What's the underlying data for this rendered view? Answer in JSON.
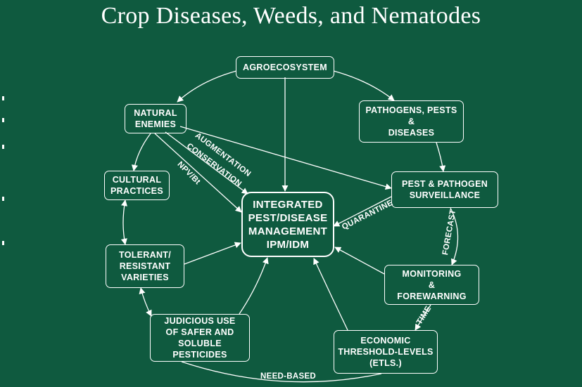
{
  "title": "Crop Diseases, Weeds, and Nematodes",
  "nodes": {
    "agroecosystem": "AGROECOSYSTEM",
    "natural_enemies": "NATURAL\nENEMIES",
    "pathogens": "PATHOGENS, PESTS\n&\nDISEASES",
    "cultural_practices": "CULTURAL\nPRACTICES",
    "surveillance": "PEST & PATHOGEN\nSURVEILLANCE",
    "ipm": "INTEGRATED\nPEST/DISEASE\nMANAGEMENT\nIPM/IDM",
    "tolerant": "TOLERANT/\nRESISTANT\nVARIETIES",
    "monitoring": "MONITORING\n&\nFOREWARNING",
    "judicious": "JUDICIOUS USE\nOF SAFER AND\nSOLUBLE\nPESTICIDES",
    "etls": "ECONOMIC\nTHRESHOLD-LEVELS\n(ETLS.)"
  },
  "edge_labels": {
    "augmentation": "AUGMENTATION",
    "conservation": "CONSERVATION",
    "npv": "NPV/Bt",
    "quarantine": "QUARANTINE",
    "forecast": "FORECAST",
    "time": "TIME",
    "need_based": "NEED-BASED"
  },
  "colors": {
    "background": "#0f5a3f",
    "foreground": "#ffffff"
  }
}
